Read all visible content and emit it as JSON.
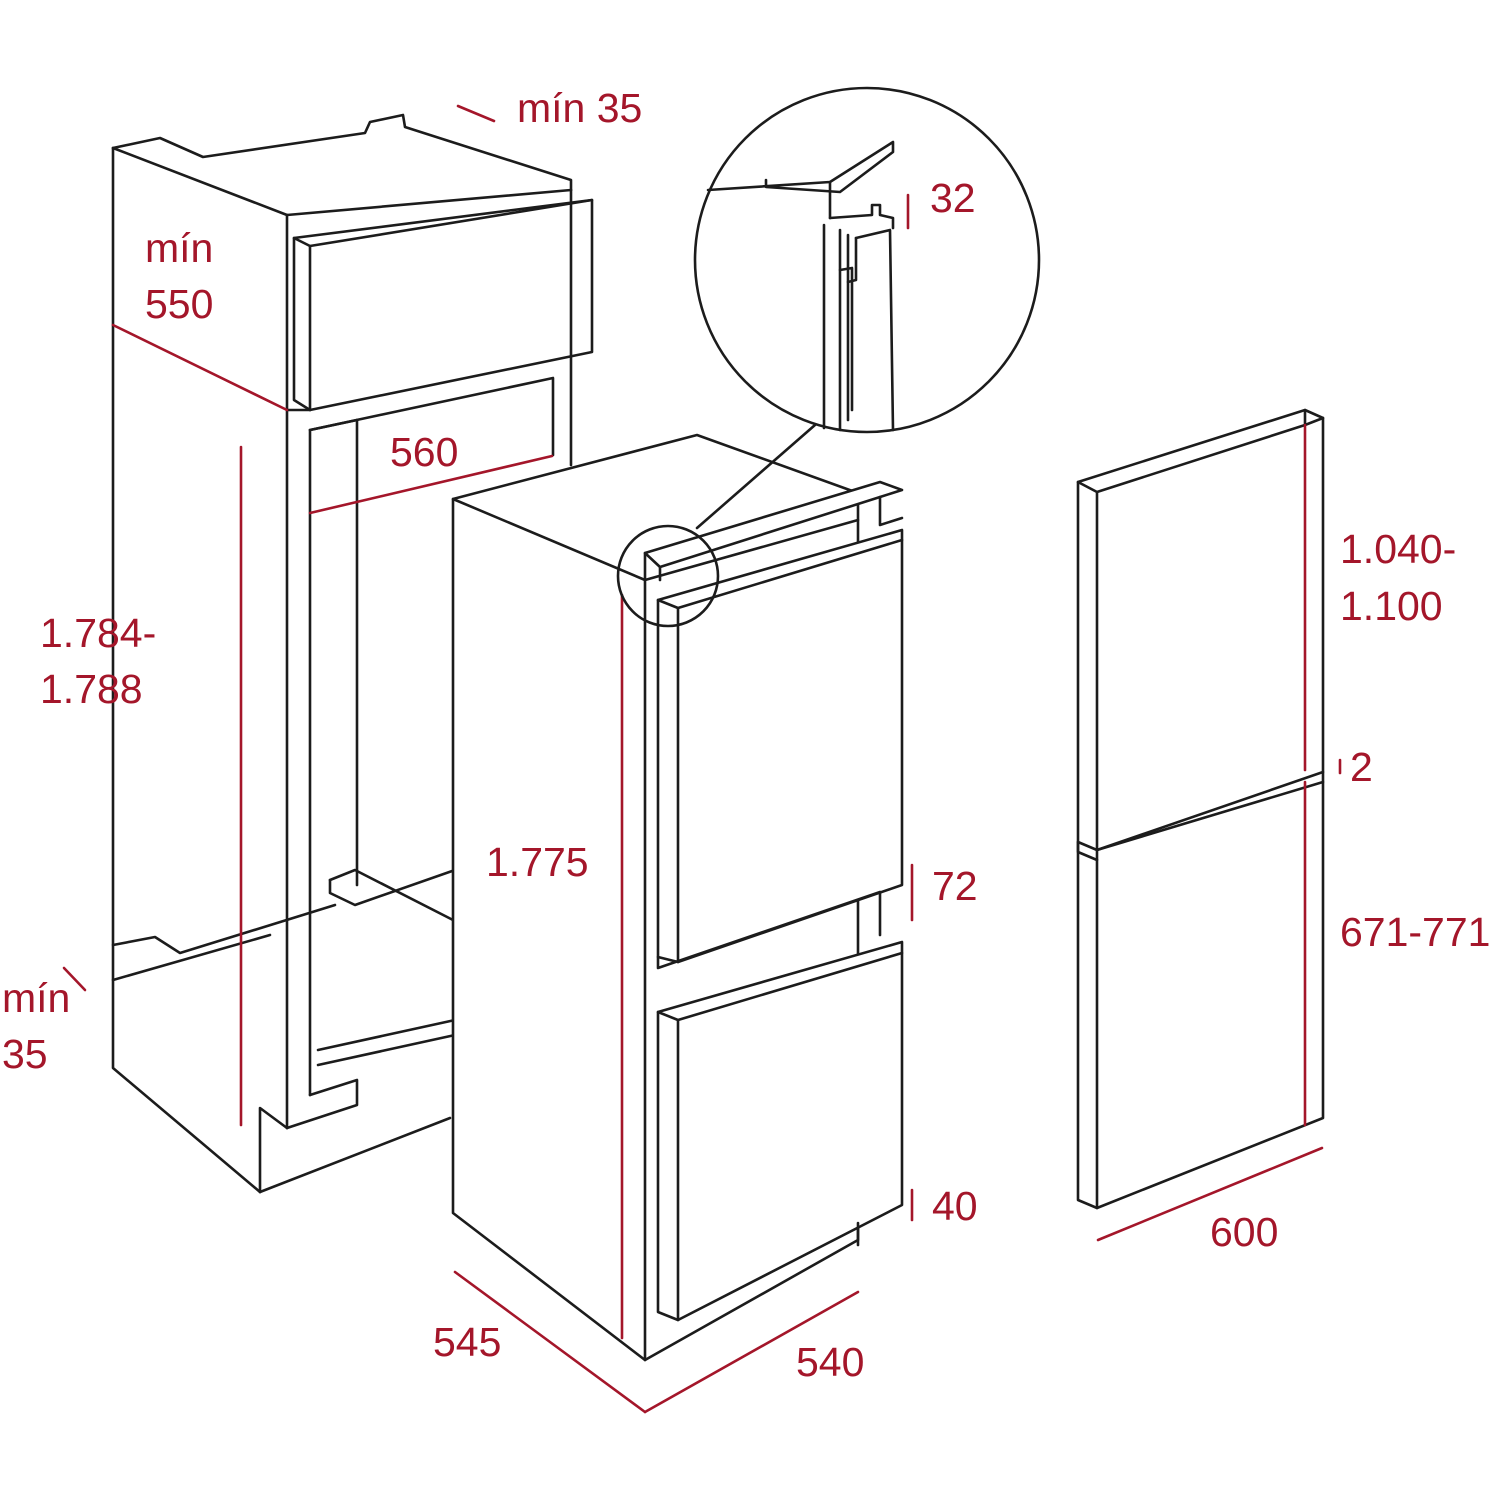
{
  "colors": {
    "line": "#1c1c1c",
    "dimension": "#a4162a",
    "background": "#ffffff"
  },
  "labels": {
    "niche_top_gap": "mín 35",
    "niche_depth_min": "mín",
    "niche_depth_val": "550",
    "niche_width": "560",
    "niche_height_a": "1.784-",
    "niche_height_b": "1.788",
    "niche_bottom_min": "mín",
    "niche_bottom_val": "35",
    "detail_top": "32",
    "fridge_height": "1.775",
    "gap_72": "72",
    "gap_40": "40",
    "fridge_depth": "545",
    "fridge_width": "540",
    "door_upper_a": "1.040-",
    "door_upper_b": "1.100",
    "door_gap": "2",
    "door_lower": "671-771",
    "door_width": "600"
  }
}
